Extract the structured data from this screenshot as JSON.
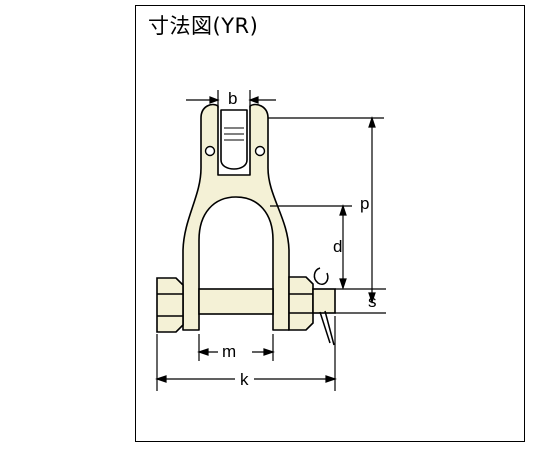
{
  "title": "寸法図(YR)",
  "dimensions": {
    "b": "b",
    "p": "p",
    "d": "d",
    "s": "s",
    "m": "m",
    "k": "k"
  },
  "colors": {
    "line": "#000000",
    "part_fill": "#f4f1d6",
    "background": "#ffffff"
  }
}
